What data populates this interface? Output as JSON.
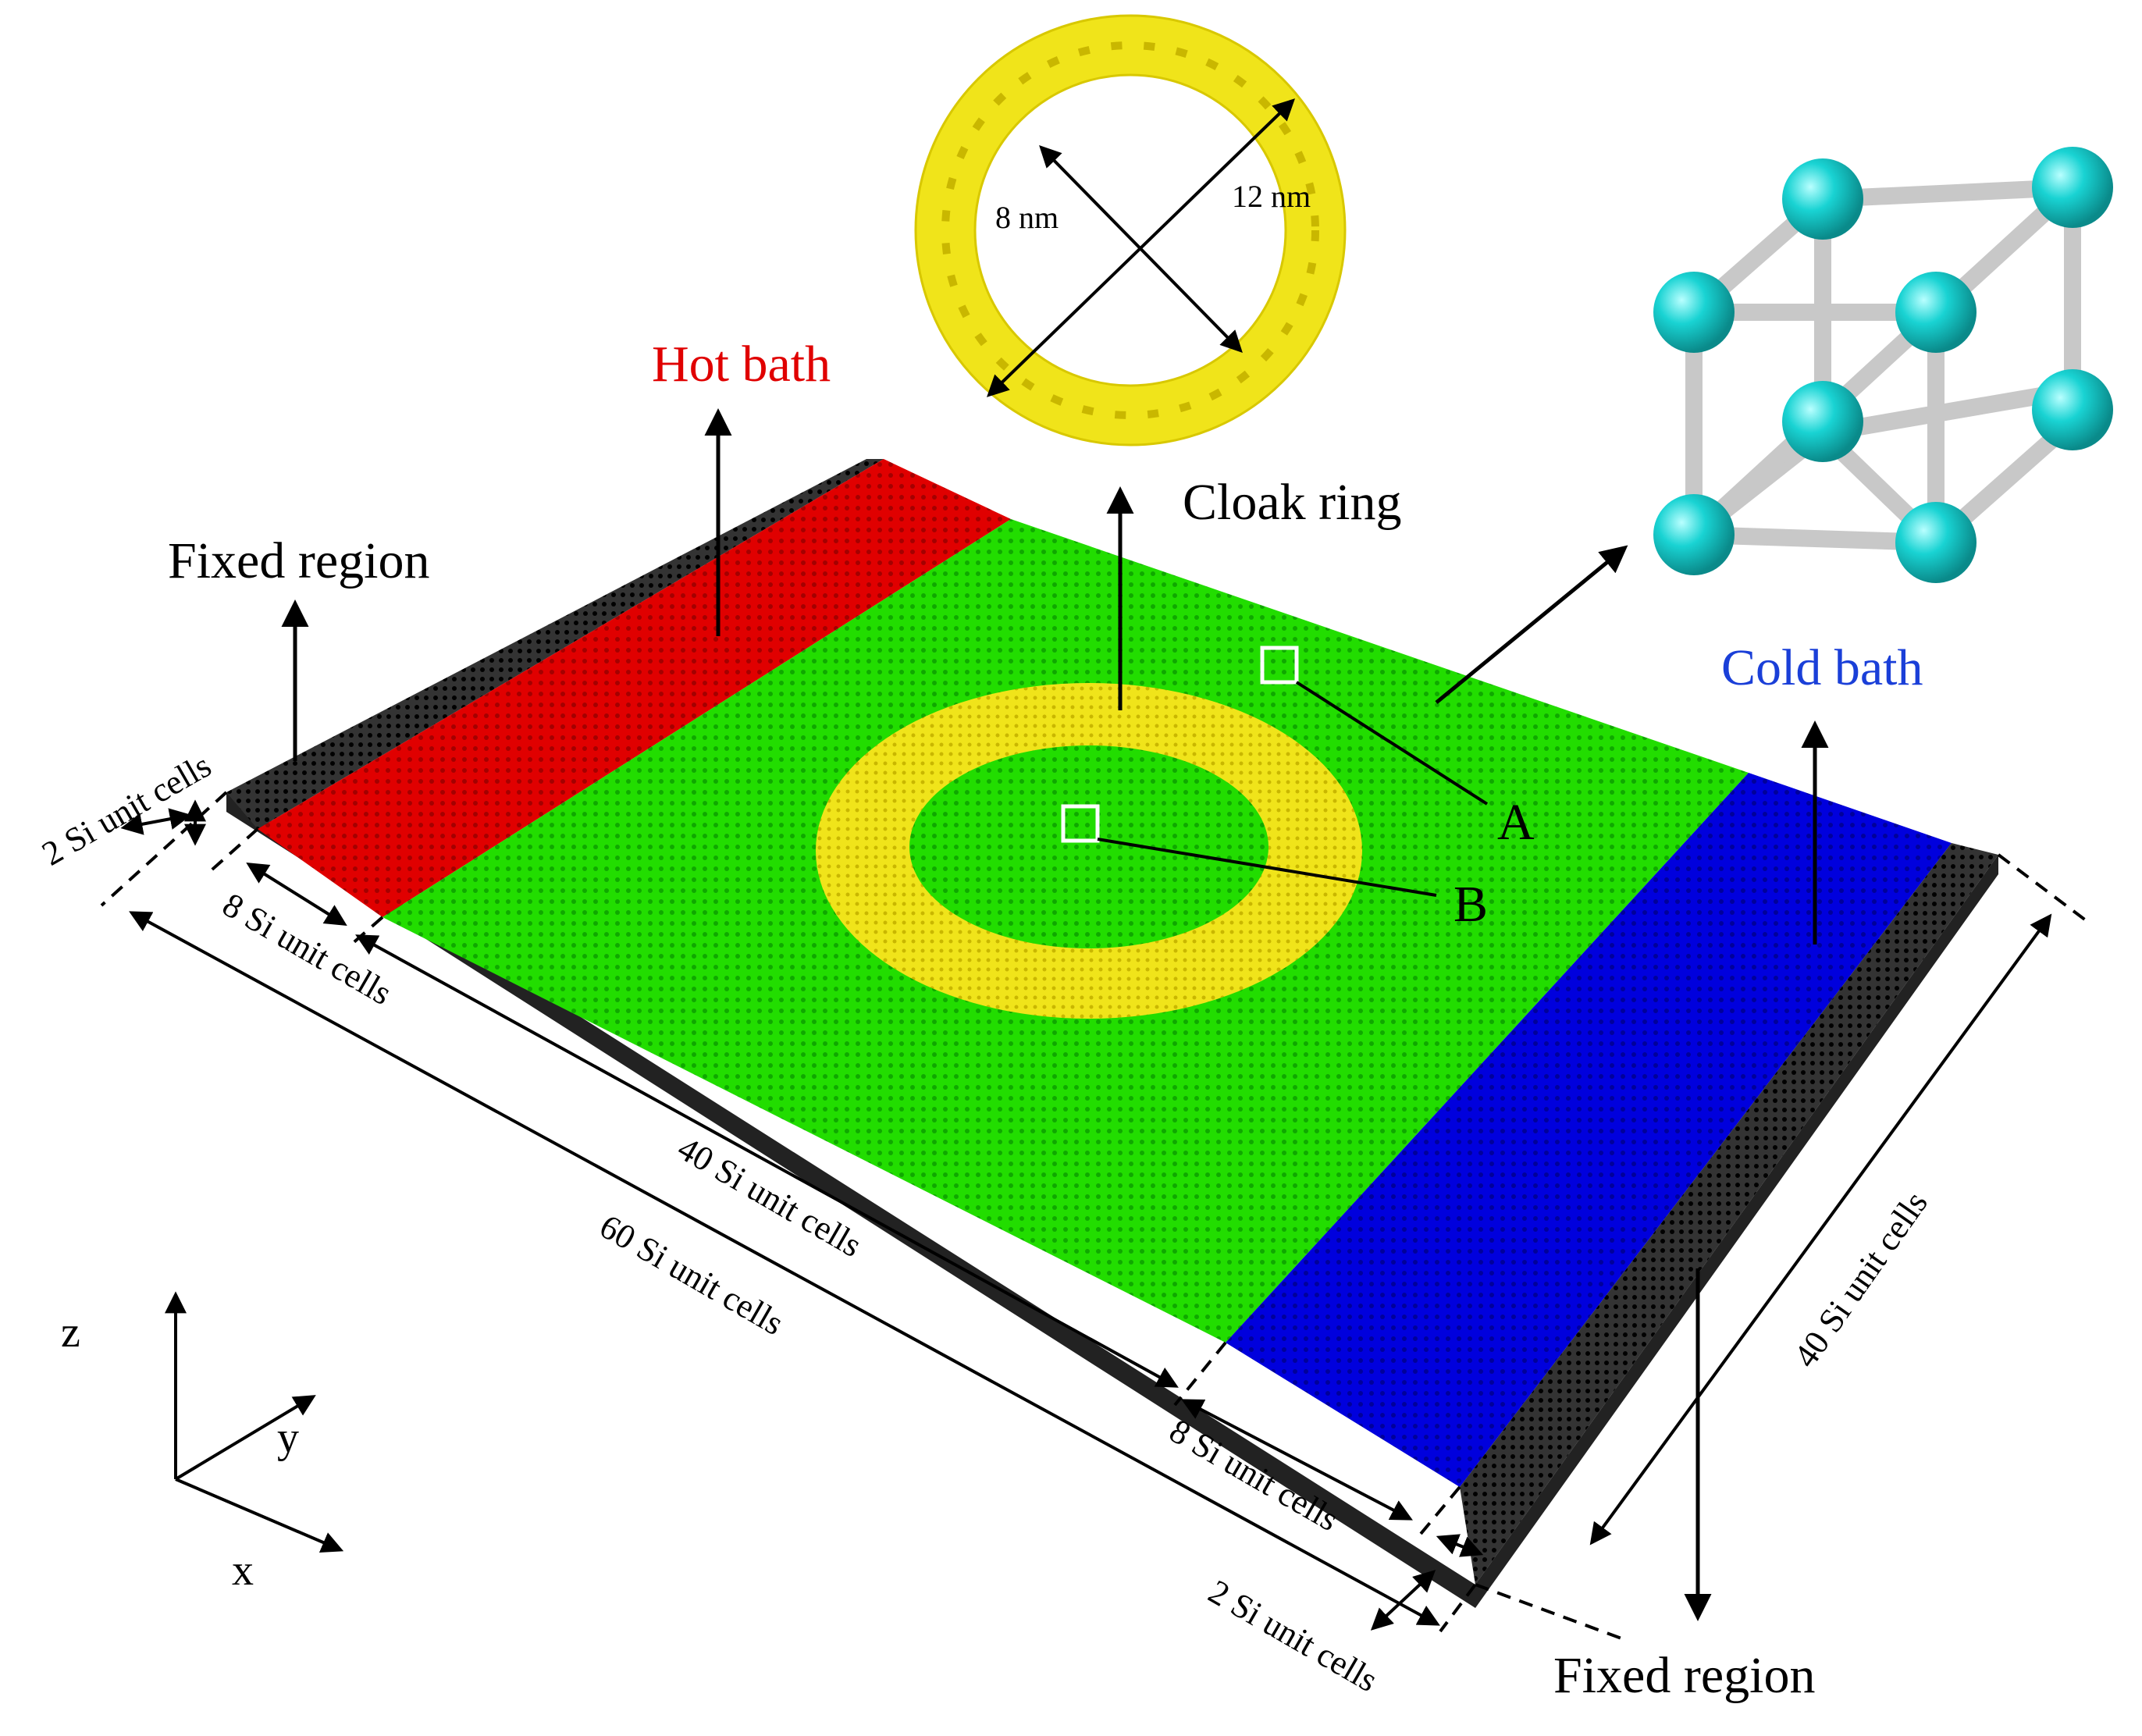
{
  "labels": {
    "hot_bath": "Hot bath",
    "cold_bath": "Cold bath",
    "cloak_ring": "Cloak ring",
    "fixed_region_left": "Fixed region",
    "fixed_region_right": "Fixed region",
    "point_a": "A",
    "point_b": "B"
  },
  "ring_inset": {
    "inner_diameter": "8 nm",
    "outer_diameter": "12 nm"
  },
  "dimensions": {
    "fixed_left_thickness": "2 Si unit cells",
    "hot_bath_length": "8 Si unit cells",
    "center_length": "40 Si unit cells",
    "total_length": "60 Si unit cells",
    "cold_bath_length": "8 Si unit cells",
    "fixed_right_thickness": "2 Si unit cells",
    "width": "40 Si unit cells"
  },
  "axes": {
    "z": "z",
    "y": "y",
    "x": "x"
  },
  "colors": {
    "hot_bath": "#e00000",
    "cold_bath": "#0000dd",
    "center": "#22dd00",
    "cloak": "#f0e41a",
    "fixed": "#111111",
    "atom": "#19d3d3",
    "hot_label": "#e00000",
    "cold_label": "#1a3fd8"
  },
  "icons": {
    "unit_cell": "si-unit-cell-icon",
    "ring": "cloak-ring-inset"
  }
}
